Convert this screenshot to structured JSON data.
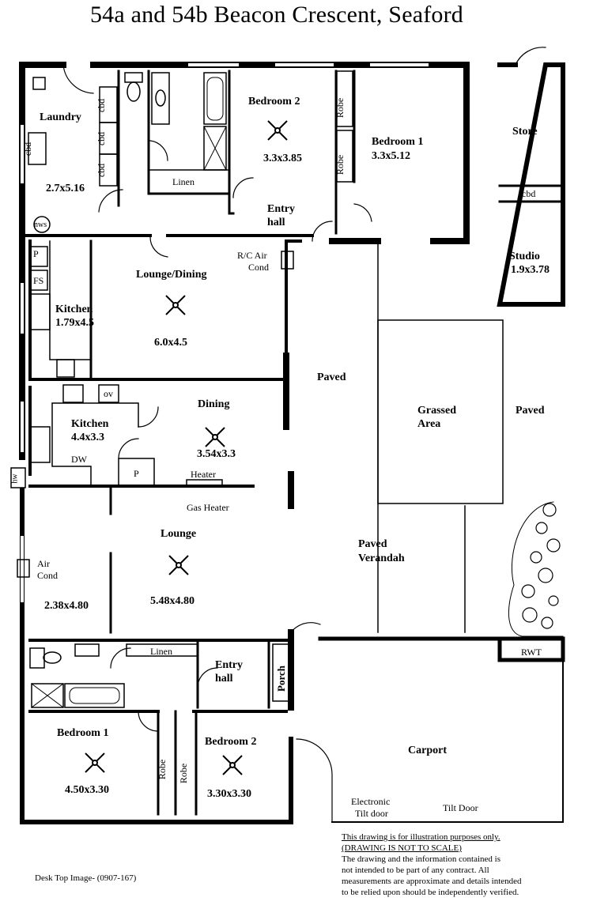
{
  "title": "54a and 54b Beacon Crescent,  Seaford",
  "rooms": {
    "laundry": {
      "name": "Laundry",
      "size": "2.7x5.16"
    },
    "bedroom2_top": {
      "name": "Bedroom 2",
      "size": "3.3x3.85"
    },
    "bedroom1_top": {
      "name": "Bedroom 1",
      "size": "3.3x5.12"
    },
    "store": "Store",
    "studio": {
      "name": "Studio",
      "size": "1.9x3.78"
    },
    "entry_hall_top": [
      "Entry",
      "hall"
    ],
    "lounge_dining": {
      "name": "Lounge/Dining",
      "size": "6.0x4.5"
    },
    "kitchen_top": {
      "name": "Kitchen",
      "size": "1.79x4.5"
    },
    "kitchen_bottom": {
      "name": "Kitchen",
      "size": "4.4x3.3"
    },
    "dining": {
      "name": "Dining",
      "size": "3.54x3.3"
    },
    "lounge": {
      "name": "Lounge",
      "size": "5.48x4.80"
    },
    "side_room": {
      "size": "2.38x4.80"
    },
    "entry_hall_bottom": [
      "Entry",
      "hall"
    ],
    "bedroom1_bottom": {
      "name": "Bedroom 1",
      "size": "4.50x3.30"
    },
    "bedroom2_bottom": {
      "name": "Bedroom 2",
      "size": "3.30x3.30"
    },
    "carport": "Carport"
  },
  "features": {
    "cbd": "cbd",
    "nws": "nws",
    "linen": "Linen",
    "robe": "Robe",
    "p": "P",
    "fs": "FS",
    "ov": "ov",
    "dw": "DW",
    "hw": "hw",
    "heater": "Heater",
    "gas_heater": "Gas Heater",
    "rc_air_cond": [
      "R/C Air",
      "Cond"
    ],
    "air_cond": [
      "Air",
      "Cond"
    ],
    "porch": "Porch",
    "rwt": "RWT",
    "electronic_tilt_door": [
      "Electronic",
      "Tilt door"
    ],
    "tilt_door": "Tilt Door"
  },
  "outdoor": {
    "paved": "Paved",
    "paved_verandah": [
      "Paved",
      "Verandah"
    ],
    "grassed_area": [
      "Grassed",
      "Area"
    ]
  },
  "disclaimer": {
    "line1": "This drawing is for illustration purposes only.",
    "line2": "(DRAWING IS NOT TO SCALE)",
    "line3": "The drawing and the information contained is",
    "line4": "not intended to be part of any contract.  All",
    "line5": "measurements are approximate and details intended",
    "line6": "to be relied upon should be independently verified."
  },
  "reference": "Desk Top Image- (0907-167)"
}
